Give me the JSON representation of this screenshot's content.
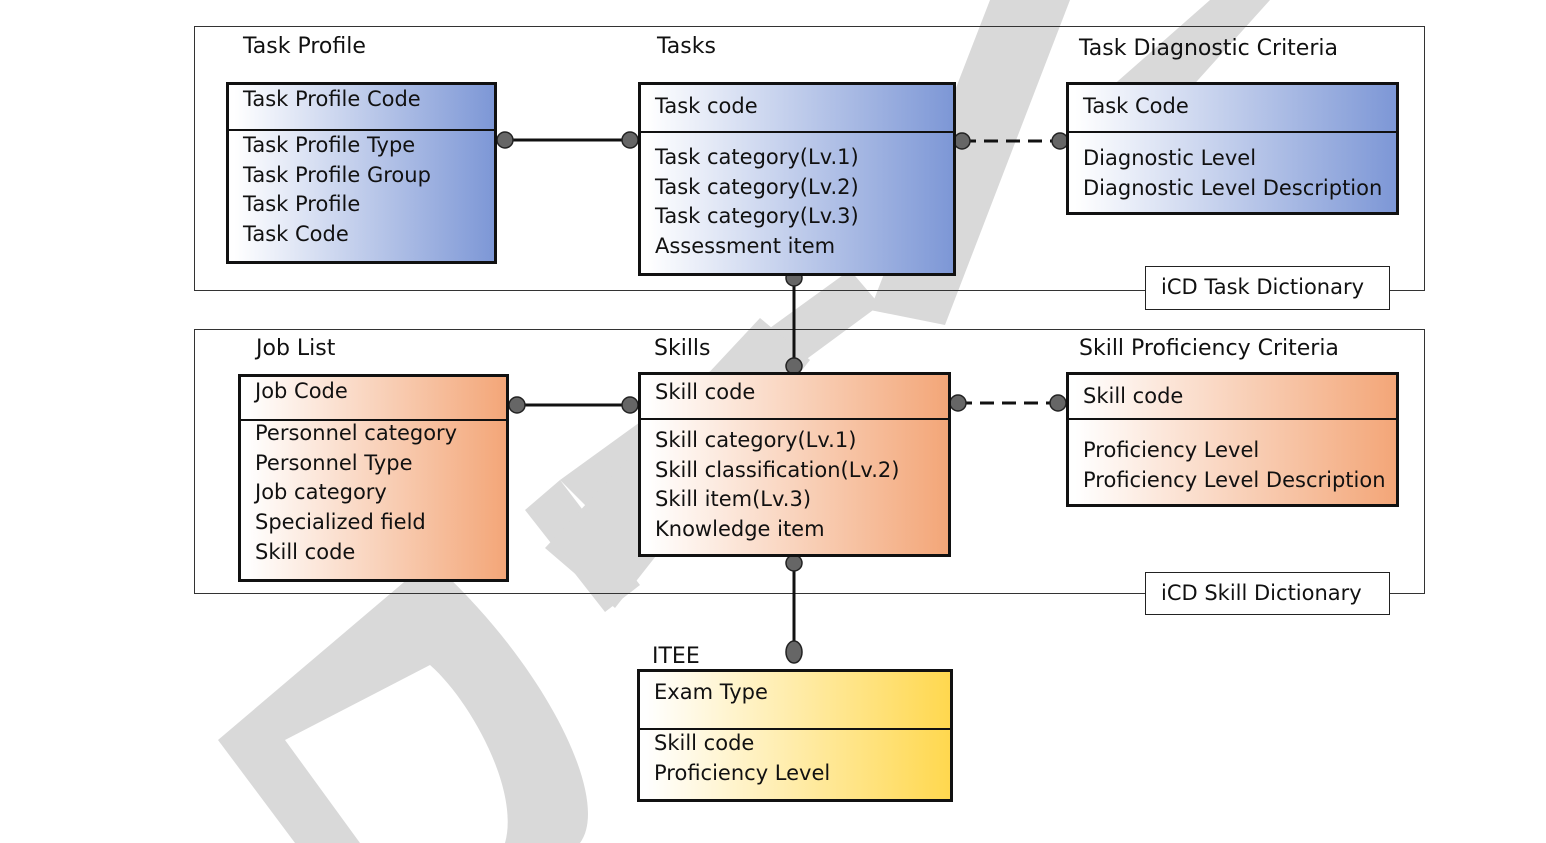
{
  "groups": {
    "task_dictionary": {
      "label": "iCD Task Dictionary"
    },
    "skill_dictionary": {
      "label": "iCD Skill Dictionary"
    }
  },
  "entities": {
    "task_profile": {
      "title": "Task Profile",
      "key": "Task Profile Code",
      "attributes": [
        "Task Profile Type",
        "Task Profile Group",
        "Task Profile",
        "Task Code"
      ]
    },
    "tasks": {
      "title": "Tasks",
      "key": "Task code",
      "attributes": [
        "Task category(Lv.1)",
        "Task category(Lv.2)",
        "Task category(Lv.3)",
        "Assessment  item"
      ]
    },
    "task_diagnostic_criteria": {
      "title": "Task Diagnostic Criteria",
      "key": "Task Code",
      "attributes": [
        "Diagnostic Level",
        "Diagnostic  Level Description"
      ]
    },
    "job_list": {
      "title": "Job List",
      "key": "Job Code",
      "attributes": [
        "Personnel category",
        "Personnel Type",
        "Job category",
        "Specialized field",
        "Skill code"
      ]
    },
    "skills": {
      "title": "Skills",
      "key": "Skill  code",
      "attributes": [
        "Skill category(Lv.1)",
        "Skill classification(Lv.2)",
        "Skill item(Lv.3)",
        "Knowledge item"
      ]
    },
    "skill_proficiency_criteria": {
      "title": "Skill Proficiency Criteria",
      "key": "Skill code",
      "attributes": [
        "Proficiency Level",
        "Proficiency Level Description"
      ]
    },
    "itee": {
      "title": "ITEE",
      "key": "Exam Type",
      "attributes": [
        "Skill code",
        "Proficiency Level"
      ]
    }
  },
  "colors": {
    "task_fill": "#7d97d6",
    "skill_fill": "#f3a678",
    "itee_fill": "#ffd84f",
    "connector_dot": "#666666",
    "watermark": "#d9d9d9"
  },
  "relationships": [
    {
      "from": "task_profile",
      "to": "tasks",
      "style": "solid"
    },
    {
      "from": "tasks",
      "to": "task_diagnostic_criteria",
      "style": "dashed"
    },
    {
      "from": "tasks",
      "to": "skills",
      "style": "solid"
    },
    {
      "from": "job_list",
      "to": "skills",
      "style": "solid"
    },
    {
      "from": "skills",
      "to": "skill_proficiency_criteria",
      "style": "dashed"
    },
    {
      "from": "skills",
      "to": "itee",
      "style": "solid"
    }
  ]
}
